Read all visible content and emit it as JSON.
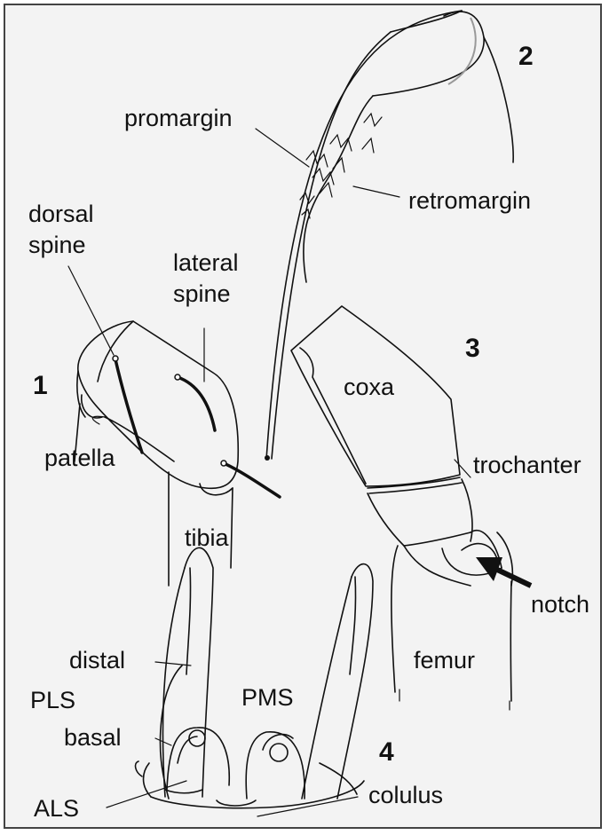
{
  "figure": {
    "fig1": {
      "number": "1",
      "labels": {
        "dorsal_spine_1": "dorsal",
        "dorsal_spine_2": "spine",
        "lateral_spine_1": "lateral",
        "lateral_spine_2": "spine",
        "patella": "patella",
        "tibia": "tibia"
      }
    },
    "fig2": {
      "number": "2",
      "labels": {
        "promargin": "promargin",
        "retromargin": "retromargin"
      }
    },
    "fig3": {
      "number": "3",
      "labels": {
        "coxa": "coxa",
        "trochanter": "trochanter",
        "notch": "notch",
        "femur": "femur"
      }
    },
    "fig4": {
      "number": "4",
      "labels": {
        "distal": "distal",
        "PLS": "PLS",
        "basal": "basal",
        "PMS": "PMS",
        "ALS": "ALS",
        "colulus": "colulus"
      }
    }
  },
  "colors": {
    "ink": "#111111",
    "background": "#f3f3f3",
    "border": "#444444"
  }
}
